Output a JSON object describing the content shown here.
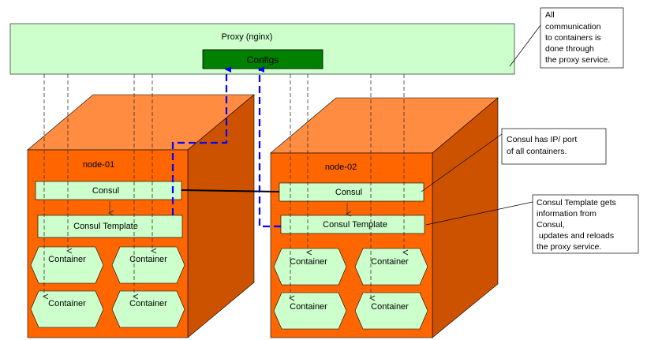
{
  "proxy": {
    "label": "Proxy (nginx)",
    "configs_label": "Configs"
  },
  "nodes": [
    {
      "label": "node-01",
      "consul": "Consul",
      "consul_template": "Consul Template",
      "containers": [
        "Container",
        "Container",
        "Container",
        "Container"
      ]
    },
    {
      "label": "node-02",
      "consul": "Consul",
      "consul_template": "Consul Template",
      "containers": [
        "Container",
        "Container",
        "Container",
        "Container"
      ]
    }
  ],
  "callouts": [
    {
      "lines": [
        "All",
        "communication",
        "to containers is",
        "done through",
        "the proxy service."
      ]
    },
    {
      "lines": [
        "Consul has IP/ port",
        "of all containers."
      ]
    },
    {
      "lines": [
        "Consul Template gets",
        "information from",
        "Consul,",
        " updates and reloads",
        "the proxy service."
      ]
    }
  ],
  "colors": {
    "box_front": "#ff6600",
    "box_side": "#cc5200",
    "box_top": "#ff8c40",
    "component_fill": "#ccffcc",
    "configs_fill": "#008000",
    "blue_link": "#0000ff"
  }
}
